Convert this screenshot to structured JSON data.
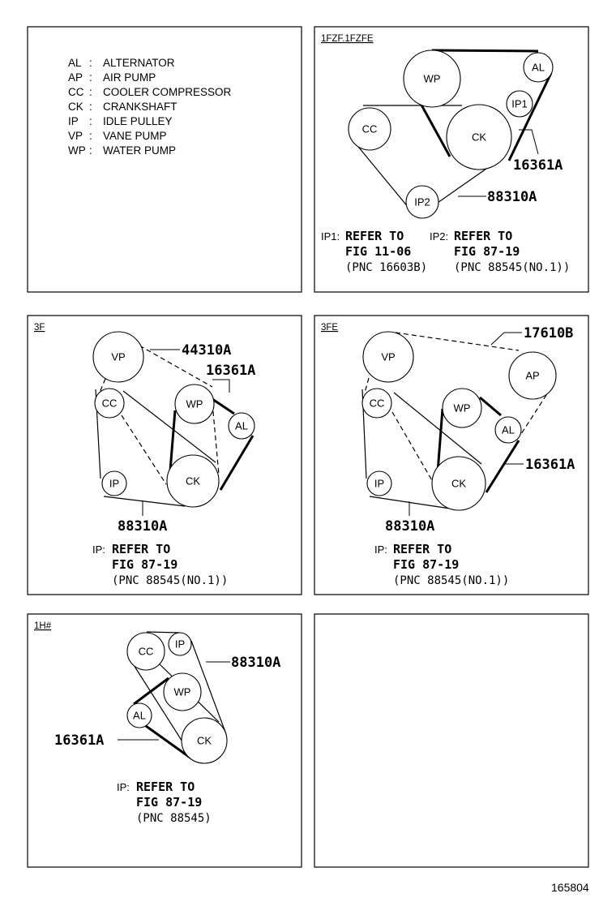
{
  "legend": [
    {
      "code": "AL",
      "name": "ALTERNATOR"
    },
    {
      "code": "AP",
      "name": "AIR PUMP"
    },
    {
      "code": "CC",
      "name": "COOLER COMPRESSOR"
    },
    {
      "code": "CK",
      "name": "CRANKSHAFT"
    },
    {
      "code": "IP",
      "name": "IDLE PULLEY"
    },
    {
      "code": "VP",
      "name": "VANE PUMP"
    },
    {
      "code": "WP",
      "name": "WATER PUMP"
    }
  ],
  "panel_1fzf": {
    "tag": "1FZF.1FZFE",
    "pulleys": {
      "wp": "WP",
      "al": "AL",
      "ip1": "IP1",
      "cc": "CC",
      "ck": "CK",
      "ip2": "IP2"
    },
    "parts": {
      "p1": "16361A",
      "p2": "88310A"
    },
    "note_a": {
      "prefix": "IP1:",
      "line1": "REFER TO",
      "line2": "FIG 11-06",
      "line3": "(PNC 16603B)"
    },
    "note_b": {
      "prefix": "IP2:",
      "line1": "REFER TO",
      "line2": "FIG 87-19",
      "line3": "(PNC 88545(NO.1))"
    }
  },
  "panel_3f": {
    "tag": "3F",
    "pulleys": {
      "vp": "VP",
      "cc": "CC",
      "wp": "WP",
      "al": "AL",
      "ip": "IP",
      "ck": "CK"
    },
    "parts": {
      "p1": "44310A",
      "p2": "16361A",
      "p3": "88310A"
    },
    "note": {
      "prefix": "IP:",
      "line1": "REFER TO",
      "line2": "FIG 87-19",
      "line3": "(PNC 88545(NO.1))"
    }
  },
  "panel_3fe": {
    "tag": "3FE",
    "pulleys": {
      "vp": "VP",
      "ap": "AP",
      "cc": "CC",
      "wp": "WP",
      "al": "AL",
      "ip": "IP",
      "ck": "CK"
    },
    "parts": {
      "p1": "17610B",
      "p2": "16361A",
      "p3": "88310A"
    },
    "note": {
      "prefix": "IP:",
      "line1": "REFER TO",
      "line2": "FIG 87-19",
      "line3": "(PNC 88545(NO.1))"
    }
  },
  "panel_1h": {
    "tag": "1H#",
    "pulleys": {
      "cc": "CC",
      "ip": "IP",
      "wp": "WP",
      "al": "AL",
      "ck": "CK"
    },
    "parts": {
      "p1": "88310A",
      "p2": "16361A"
    },
    "note": {
      "prefix": "IP:",
      "line1": "REFER TO",
      "line2": "FIG 87-19",
      "line3": "(PNC 88545)"
    }
  },
  "figure_number": "165804"
}
